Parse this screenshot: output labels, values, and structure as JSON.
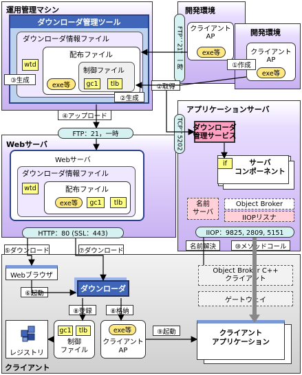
{
  "regions": {
    "ops_machine": "運用管理マシン",
    "dev_env_1": "開発環境",
    "dev_env_2": "開発環境",
    "app_server": "アプリケーションサーバ",
    "web_server": "Webサーバ",
    "client": "クライアント"
  },
  "ops": {
    "tool_title": "ダウンローダ管理ツール",
    "info_file": "ダウンローダ情報ファイル",
    "dist_file": "配布ファイル",
    "ctrl_file": "制御ファイル",
    "wtd": "wtd",
    "exe": "exe等",
    "gc1": "gc1",
    "tlb": "tlb"
  },
  "dev": {
    "client_ap_1": "クライアント\nAP",
    "exe_1": "exe等",
    "client_ap_2": "クライアント\nAP",
    "exe_2": "exe等",
    "ftp_vertical": "FTP：21，一時"
  },
  "web": {
    "frame_title": "Webサーバ",
    "info_file": "ダウンローダ情報ファイル",
    "dist_file": "配布ファイル",
    "wtd": "wtd",
    "exe": "exe等",
    "gc1": "gc1",
    "tlb": "tlb",
    "ftp_pill": "FTP：21，一時",
    "http_pill": "HTTP：80 (SSL：443)"
  },
  "appserver": {
    "tcp_vertical": "TCP：5202",
    "downloader_service": "ダウンローダ\n管理サービス",
    "if": "if",
    "server_component": "サーバ\nコンポーネント",
    "name_server": "名前\nサーバ",
    "object_broker": "Object Broker",
    "iiop_listener": "IIOPリスナ",
    "iiop_pill": "IIOP：9825, 2809, 5151"
  },
  "steps": {
    "s1": "①作成",
    "s2_get": "②取得",
    "s2_gen": "②生成",
    "s3": "③生成",
    "s4": "④アップロード",
    "s5": "⑤ダウンロード",
    "s6": "⑥起動",
    "s7": "⑦ダウンロード",
    "s8": "⑧登録",
    "s8b": "⑧格納",
    "s9": "⑨起動",
    "s10": "⑩メソッドコール",
    "name_resolve": "名前解決"
  },
  "client": {
    "browser": "Webブラウザ",
    "downloader": "ダウンローダ",
    "registry": "レジストリ",
    "gc1": "gc1",
    "tlb": "tlb",
    "ctrl_file": "制御\nファイル",
    "exe": "exe等",
    "client_ap": "クライアント\nAP",
    "ob_client": "Object Broker C++\nクライアント",
    "gateway": "ゲートウェイ",
    "client_app": "クライアント\nアプリケーション"
  }
}
